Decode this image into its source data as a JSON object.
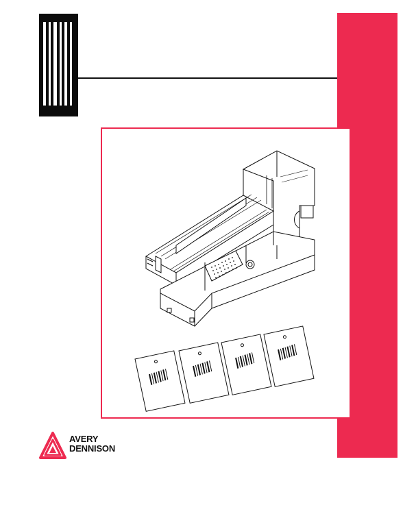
{
  "colors": {
    "accent": "#ed2a50",
    "ink": "#111111"
  },
  "brand": {
    "line1": "AVERY",
    "line2": "DENNISON",
    "mark_icon": "avery-dennison-triangle-logo"
  },
  "cover": {
    "barcode_icon": "barcode-stripes-graphic",
    "illustration": "printer-stacker-accessory-drawing",
    "tag_samples": [
      "tag-sample",
      "tag-sample",
      "tag-sample",
      "tag-sample"
    ]
  }
}
